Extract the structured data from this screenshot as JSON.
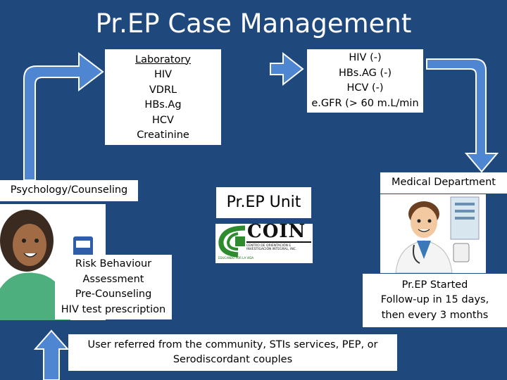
{
  "title": "Pr.EP Case Management",
  "laboratory": {
    "heading": "Laboratory",
    "items": [
      "HIV",
      "VDRL",
      "HBs.Ag",
      "HCV",
      "Creatinine"
    ]
  },
  "results": {
    "items": [
      "HIV (-)",
      "HBs.AG (-)",
      "HCV (-)",
      "e.GFR (> 60 m.L/min"
    ]
  },
  "psychology": "Psychology/Counseling",
  "prep_unit": "Pr.EP Unit",
  "logo": {
    "name": "COIN",
    "subtitle": "CENTRO DE ORIENTACIÓN E INVESTIGACIÓN INTEGRAL, INC.",
    "motto": "EDUCANDO POR LA VIDA"
  },
  "medical": "Medical Department",
  "risk": {
    "items": [
      "Risk Behaviour",
      "Assessment",
      "Pre-Counseling",
      "HIV test prescription"
    ]
  },
  "prep_started": {
    "items": [
      "Pr.EP Started",
      "Follow-up in 15 days,",
      "then every 3 months"
    ]
  },
  "user_referred": {
    "items": [
      "User referred from the community, STIs services, PEP, or",
      "Serodiscordant couples"
    ]
  },
  "colors": {
    "background": "#1f497d",
    "arrow_fill": "#4f86d1",
    "arrow_stroke": "#ffffff"
  }
}
